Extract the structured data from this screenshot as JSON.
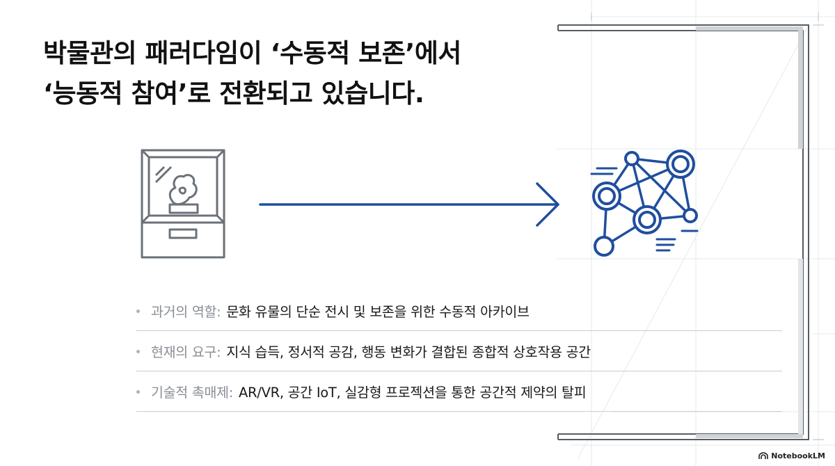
{
  "title": {
    "line1": "박물관의 패러다임이 ‘수동적 보존’에서",
    "line2": "‘능동적 참여’로 전환되고 있습니다."
  },
  "illustration": {
    "left_icon": "museum-display-case-icon",
    "center_icon": "arrow-right-icon",
    "right_icon": "network-nodes-icon",
    "accent_color": "#1f4e9e",
    "gray_color": "#6b7178"
  },
  "bullets": [
    {
      "label": "과거의 역할:",
      "text": "문화 유물의 단순 전시 및 보존을 위한 수동적 아카이브"
    },
    {
      "label": "현재의 요구:",
      "text": "지식 습득, 정서적 공감, 행동 변화가 결합된 종합적 상호작용 공간"
    },
    {
      "label": "기술적 촉매제:",
      "text": "AR/VR, 공간 IoT, 실감형 프로젝션을 통한 공간적 제약의 탈피"
    }
  ],
  "footer": {
    "brand": "NotebookLM",
    "icon": "notebooklm-logo-icon"
  }
}
